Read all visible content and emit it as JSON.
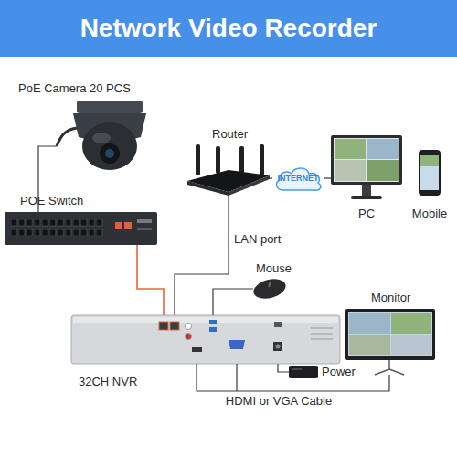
{
  "diagram": {
    "title": "Network Video Recorder",
    "nodes": [
      {
        "text": [
          "PoE Camera 20 PCS"
        ]
      },
      {
        "text": [
          "Router"
        ]
      },
      {
        "text": [
          "INTERNET"
        ]
      },
      {
        "text": [
          "PC"
        ]
      },
      {
        "text": [
          "Mobile"
        ]
      },
      {
        "text": [
          "POE Switch"
        ]
      },
      {
        "text": [
          "Mouse"
        ]
      },
      {
        "text": [
          "Monitor"
        ]
      },
      {
        "text": [
          "32CH NVR"
        ]
      },
      {
        "text": [
          "Power"
        ]
      }
    ],
    "edges": [
      {
        "from": 0,
        "to": 5,
        "arrow": "none"
      },
      {
        "from": 5,
        "to": 8,
        "arrow": "none"
      },
      {
        "from": 1,
        "to": 8,
        "label": "LAN port",
        "arrow": "none"
      },
      {
        "from": 1,
        "to": 2,
        "arrow": "none"
      },
      {
        "from": 2,
        "to": 3,
        "arrow": "none"
      },
      {
        "from": 6,
        "to": 8,
        "arrow": "none"
      },
      {
        "from": 8,
        "to": 7,
        "label": "HDMI or VGA Cable",
        "arrow": "none"
      },
      {
        "from": 9,
        "to": 8,
        "arrow": "none"
      }
    ]
  }
}
